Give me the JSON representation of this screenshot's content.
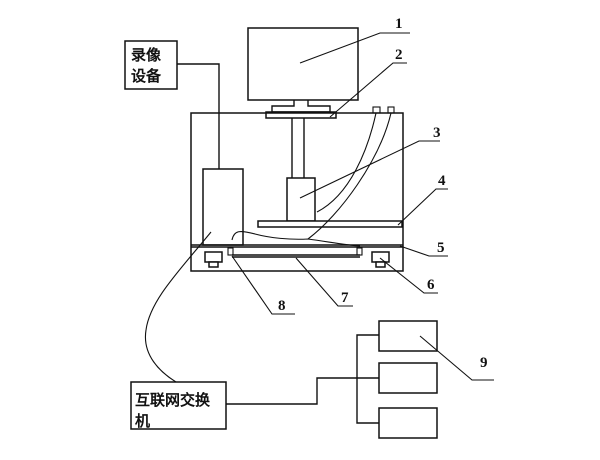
{
  "diagram": {
    "boxes": {
      "video_device": {
        "line1": "录像",
        "line2": "设备"
      },
      "internet_switch": {
        "line1": "互联网交换",
        "line2": "机"
      }
    },
    "callouts": [
      "1",
      "2",
      "3",
      "4",
      "5",
      "6",
      "7",
      "8",
      "9"
    ],
    "colors": {
      "stroke": "#111111",
      "background": "#ffffff"
    }
  }
}
